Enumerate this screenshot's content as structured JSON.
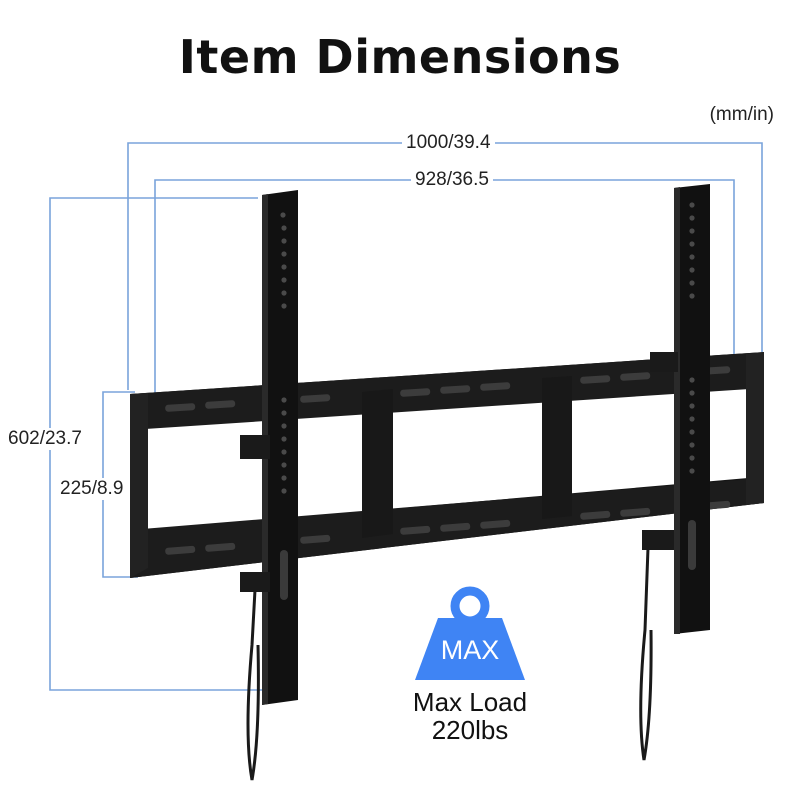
{
  "title": "Item Dimensions",
  "unit_label": "(mm/in)",
  "dimensions": {
    "overall_width": "1000/39.4",
    "frame_width": "928/36.5",
    "overall_height": "602/23.7",
    "frame_height": "225/8.9"
  },
  "max_badge": {
    "text": "MAX",
    "color": "#3f84f4",
    "caption_line1": "Max Load",
    "caption_line2": "220lbs"
  },
  "colors": {
    "dimension_line": "#7aa3db",
    "mount_metal": "#141414"
  },
  "icons": [
    "weight-icon"
  ]
}
